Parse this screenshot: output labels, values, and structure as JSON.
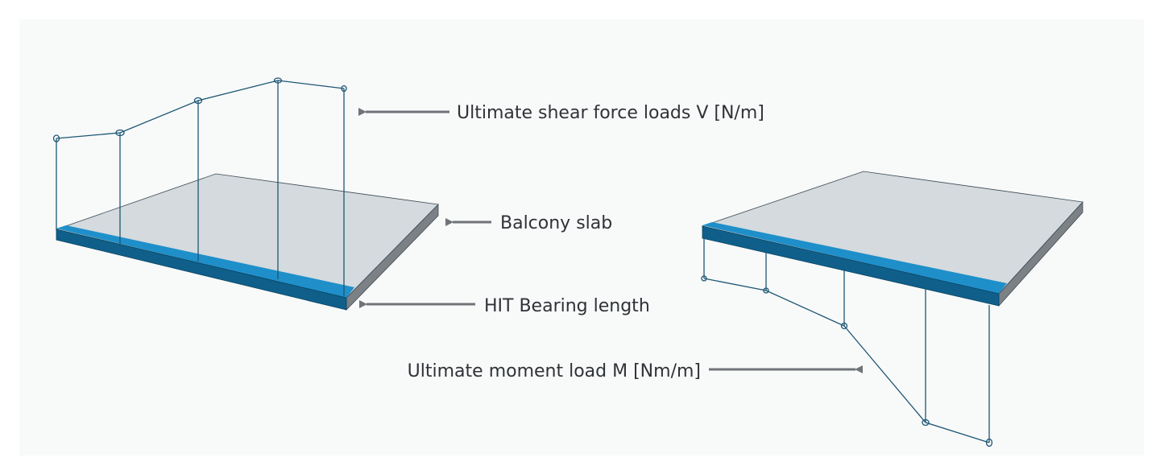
{
  "labels": {
    "shear": "Ultimate shear force loads V [N/m]",
    "slab": "Balcony slab",
    "bearing": "HIT Bearing length",
    "moment": "Ultimate moment load M [Nm/m]"
  },
  "colors": {
    "panel_background": "#f8f9f9",
    "slab_top": "#d4dadd",
    "slab_side": "#7c8185",
    "bearing_strip": "#1f8fca",
    "bearing_front": "#0f5f8a",
    "load_lines": "#1d5774",
    "arrows": "#6f7479",
    "label_text": "#2f3338"
  }
}
